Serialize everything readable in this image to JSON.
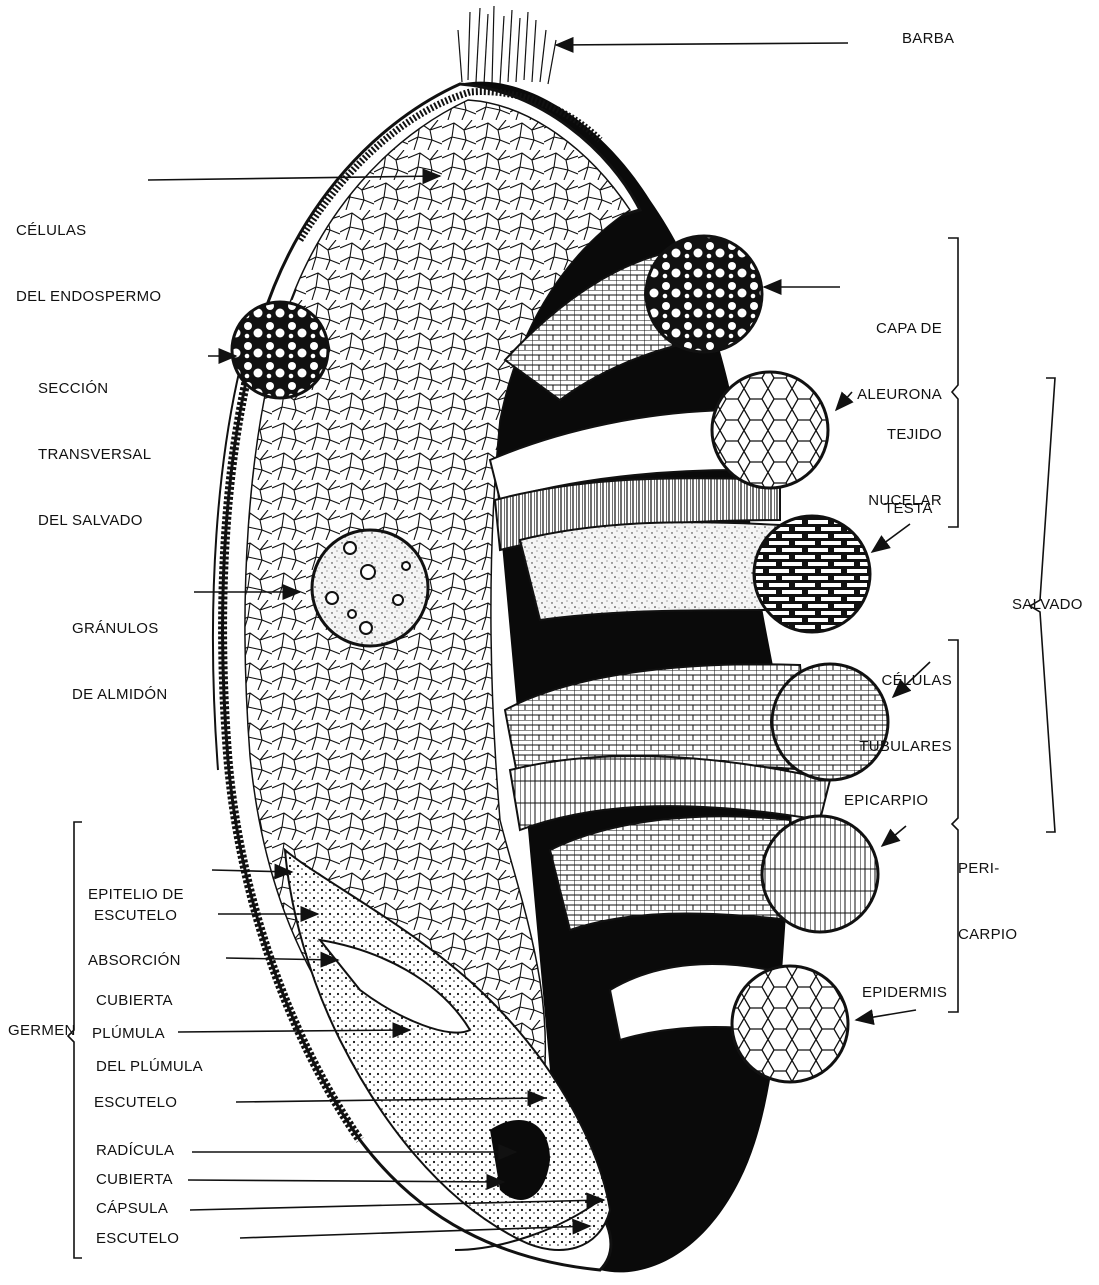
{
  "colors": {
    "ink": "#111111",
    "paper": "#ffffff",
    "dark": "#0a0a0a",
    "light": "#f3f3f3"
  },
  "labels": {
    "barba": "BARBA",
    "endosperm": [
      "CÉLULAS",
      "DEL ENDOSPERMO"
    ],
    "bran_section": [
      "SECCIÓN",
      "TRANSVERSAL",
      "DEL SALVADO"
    ],
    "starch": [
      "GRÁNULOS",
      "DE ALMIDÓN"
    ],
    "aleurone": [
      "CAPA DE",
      "ALEURONA"
    ],
    "nucellar": [
      "TEJIDO",
      "NUCELAR"
    ],
    "testa": "TESTA",
    "tube_cells": [
      "CÉLULAS",
      "TUBULARES"
    ],
    "salvado": "SALVADO",
    "epicarp": "EPICARPIO",
    "pericarp": [
      "PERI-",
      "CARPIO"
    ],
    "epidermis": "EPIDERMIS",
    "absorptive": [
      "EPITELIO DE",
      "ABSORCIÓN"
    ],
    "scutellum1": "ESCUTELO",
    "coleoptile": [
      "CUBIERTA",
      "DEL PLÚMULA"
    ],
    "germen": "GERMEN",
    "plumule": "PLÚMULA",
    "scutellum2": "ESCUTELO",
    "radicle": "RADÍCULA",
    "root_sheath": "CUBIERTA",
    "capsule": "CÁPSULA",
    "scutellum3": "ESCUTELO"
  }
}
